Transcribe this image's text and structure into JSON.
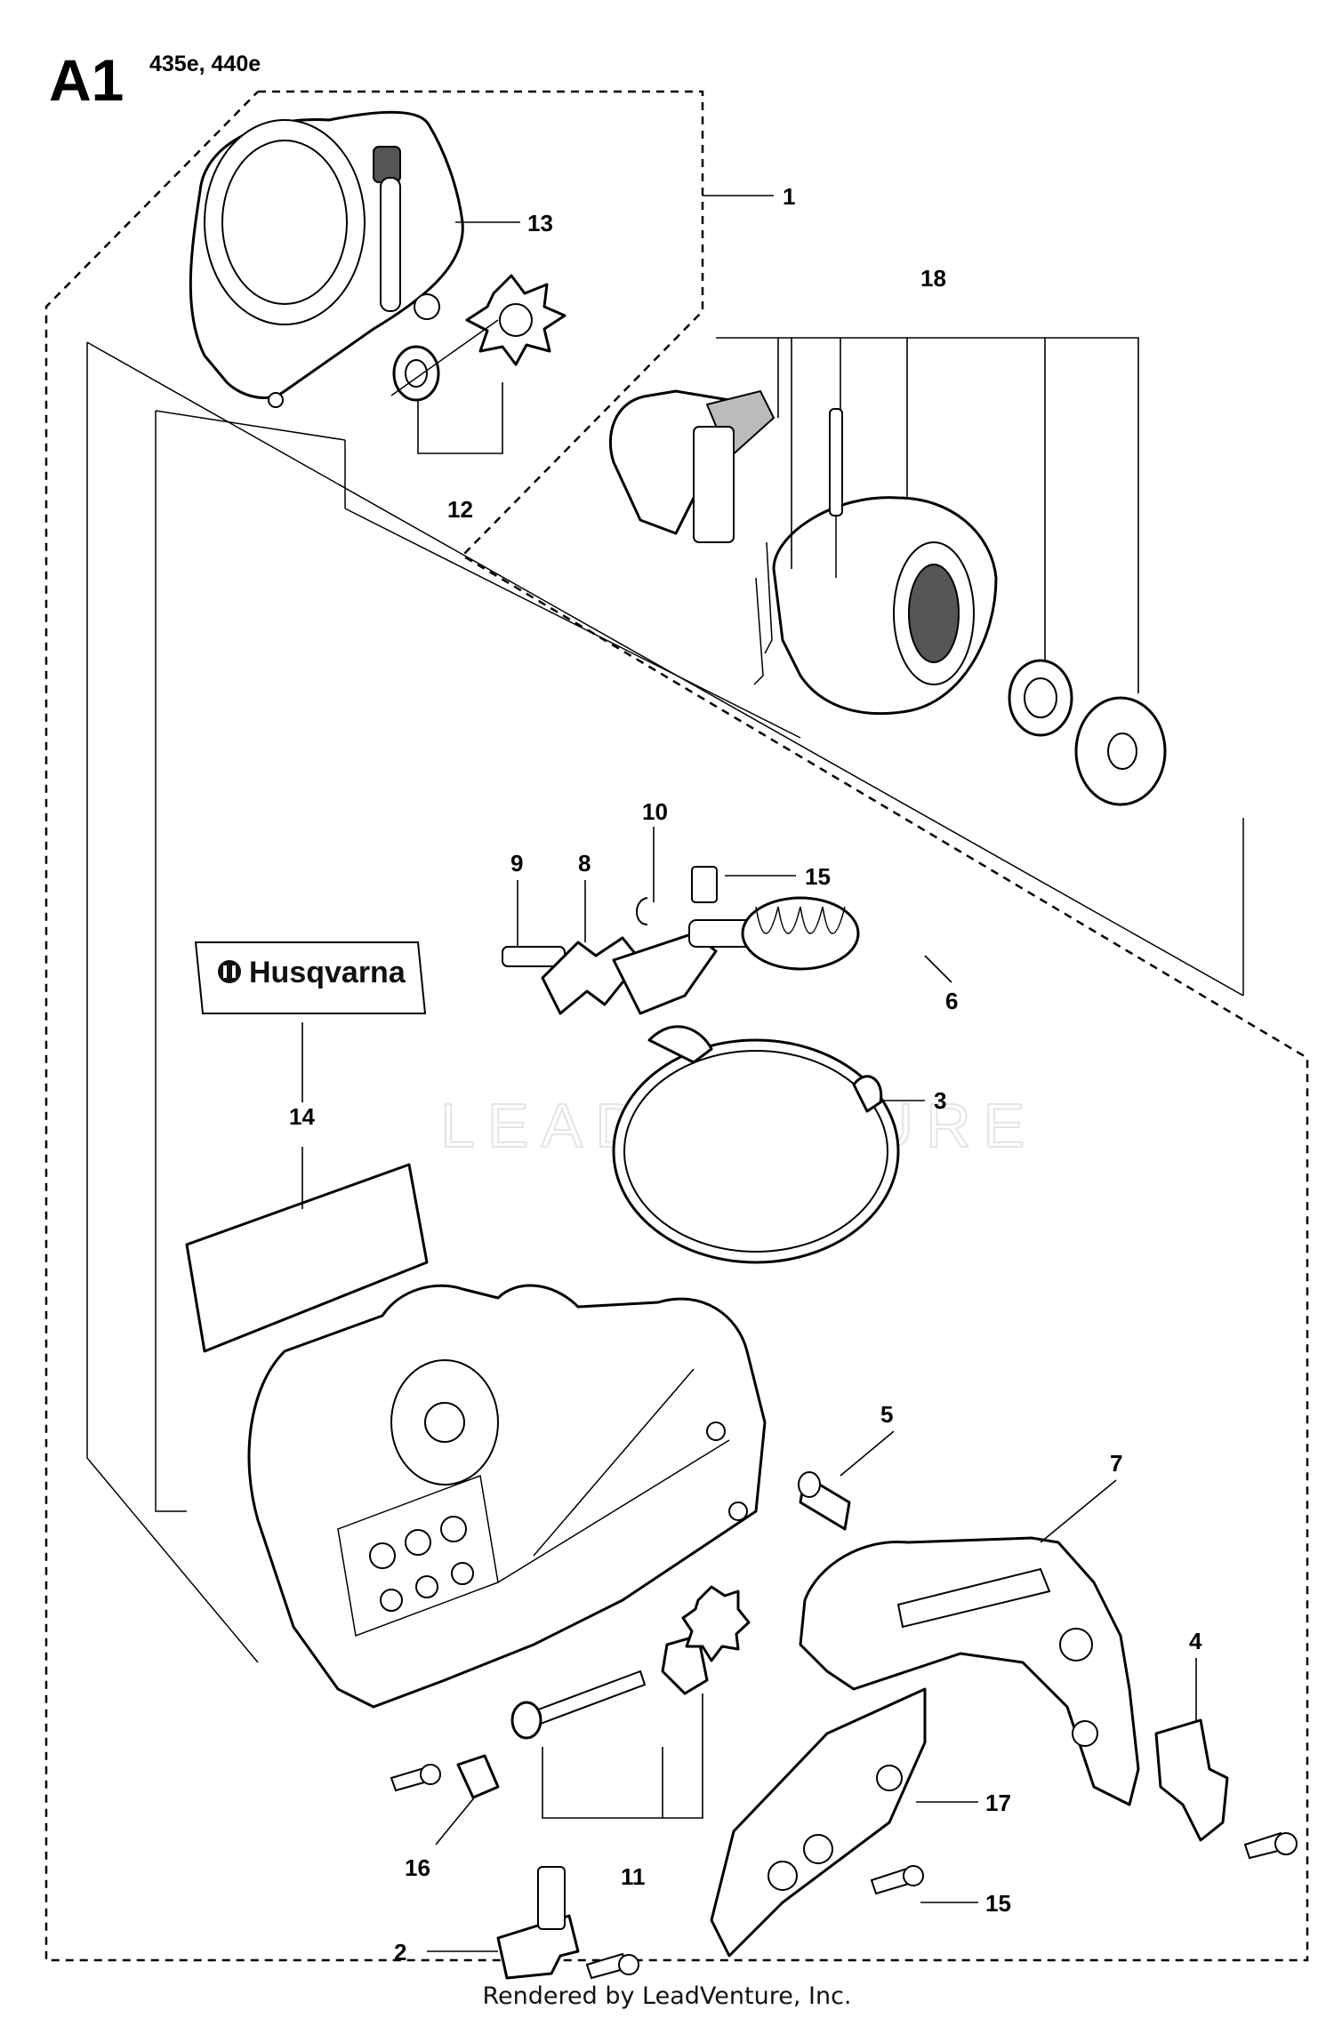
{
  "header": {
    "section_id": "A1",
    "models": "435e, 440e"
  },
  "watermark": "LEADVENTURE",
  "decal_brand": "Husqvarna",
  "footer": "Rendered by LeadVenture, Inc.",
  "callouts": [
    "1",
    "13",
    "12",
    "18",
    "10",
    "9",
    "8",
    "15",
    "6",
    "3",
    "14",
    "5",
    "7",
    "4",
    "17",
    "16",
    "11",
    "2",
    "15"
  ]
}
